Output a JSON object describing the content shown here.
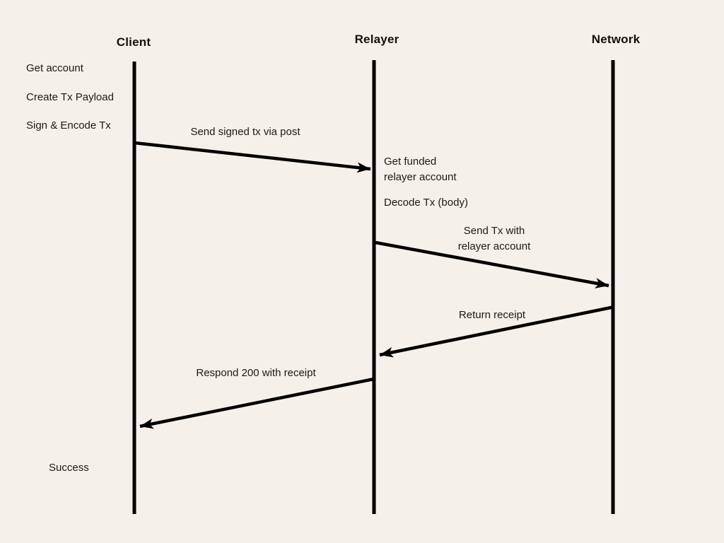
{
  "colors": {
    "background": "#f5f0e9",
    "stroke": "#000000",
    "text": "#1a1a1a"
  },
  "actors": [
    {
      "label": "Client"
    },
    {
      "label": "Relayer"
    },
    {
      "label": "Network"
    }
  ],
  "client_notes": [
    "Get account",
    "Create Tx Payload",
    "Sign & Encode Tx"
  ],
  "relayer_notes": {
    "funded_line1": "Get funded",
    "funded_line2": "relayer account",
    "decode": "Decode Tx (body)"
  },
  "final_note": "Success",
  "messages": [
    {
      "from": "Client",
      "to": "Relayer",
      "label": "Send signed tx via post"
    },
    {
      "from": "Relayer",
      "to": "Network",
      "label_line1": "Send Tx with",
      "label_line2": "relayer account"
    },
    {
      "from": "Network",
      "to": "Relayer",
      "label": "Return receipt"
    },
    {
      "from": "Relayer",
      "to": "Client",
      "label": "Respond 200 with receipt"
    }
  ]
}
